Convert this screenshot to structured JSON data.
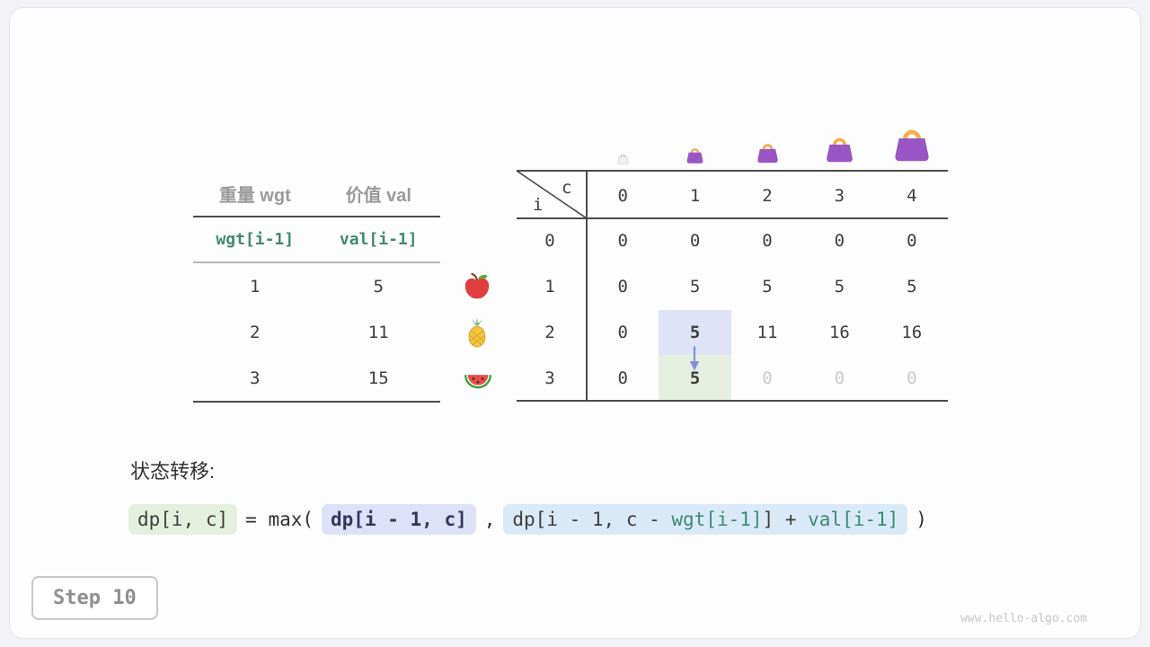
{
  "card": {
    "step_label": "Step 10",
    "watermark": "www.hello-algo.com"
  },
  "items_table": {
    "col_headers": [
      "重量 wgt",
      "价值 val"
    ],
    "formula_row": [
      "wgt[i-1]",
      "val[i-1]"
    ],
    "rows": [
      {
        "icon": "apple-icon",
        "wgt": "1",
        "val": "5"
      },
      {
        "icon": "pineapple-icon",
        "wgt": "2",
        "val": "11"
      },
      {
        "icon": "watermelon-icon",
        "wgt": "3",
        "val": "15"
      }
    ]
  },
  "dp_table": {
    "corner_row_label": "i",
    "corner_col_label": "c",
    "col_headers": [
      "0",
      "1",
      "2",
      "3",
      "4"
    ],
    "row_headers": [
      "0",
      "1",
      "2",
      "3"
    ],
    "bags": [
      {
        "col": "0",
        "icon": "bag-ghost-icon",
        "size": "ghost"
      },
      {
        "col": "1",
        "icon": "bag-icon",
        "size": "small"
      },
      {
        "col": "2",
        "icon": "bag-icon",
        "size": "medium"
      },
      {
        "col": "3",
        "icon": "bag-icon",
        "size": "large"
      },
      {
        "col": "4",
        "icon": "bag-icon",
        "size": "xlarge"
      }
    ],
    "cells": [
      [
        {
          "v": "0"
        },
        {
          "v": "0"
        },
        {
          "v": "0"
        },
        {
          "v": "0"
        },
        {
          "v": "0"
        }
      ],
      [
        {
          "v": "0"
        },
        {
          "v": "5"
        },
        {
          "v": "5"
        },
        {
          "v": "5"
        },
        {
          "v": "5"
        }
      ],
      [
        {
          "v": "0"
        },
        {
          "v": "5",
          "state": "highlight-blue"
        },
        {
          "v": "11"
        },
        {
          "v": "16"
        },
        {
          "v": "16"
        }
      ],
      [
        {
          "v": "0"
        },
        {
          "v": "5",
          "state": "highlight-green"
        },
        {
          "v": "0",
          "state": "dim"
        },
        {
          "v": "0",
          "state": "dim"
        },
        {
          "v": "0",
          "state": "dim"
        }
      ]
    ],
    "arrow": {
      "icon": "arrow-down-icon",
      "from": "dp[2][1]",
      "to": "dp[3][1]"
    }
  },
  "transition": {
    "label": "状态转移:",
    "formula": {
      "lhs": "dp[i, c]",
      "equals_max": "= max(",
      "option1": "dp[i - 1, c]",
      "separator": ",",
      "option2_parts": [
        "dp[i - 1, c - ",
        "wgt[i-1]",
        "] + ",
        "val[i-1]"
      ],
      "close": ")"
    }
  },
  "colors": {
    "highlight_blue": "#dee3f7",
    "highlight_green": "#e5efdf",
    "accent_teal_text": "#3b8a74",
    "bag_purple": "#9a55c5",
    "bag_handle_orange": "#f3ae4d",
    "arrow_blue": "#7f90da"
  }
}
